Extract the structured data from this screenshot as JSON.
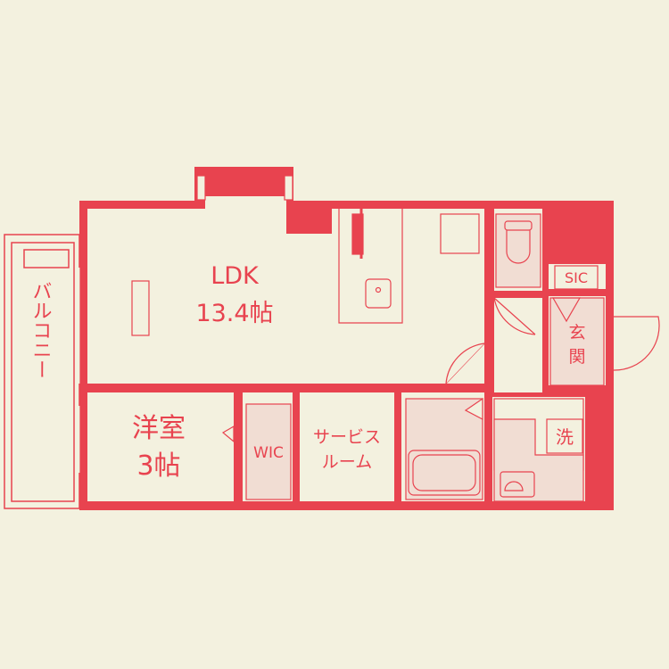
{
  "floor_plan": {
    "rooms": {
      "ldk": {
        "name": "LDK",
        "size": "13.4帖"
      },
      "western": {
        "name": "洋室",
        "size": "3帖"
      },
      "wic": {
        "name": "WIC"
      },
      "service_room": {
        "line1": "サービス",
        "line2": "ルーム"
      },
      "sic": {
        "name": "SIC"
      },
      "entrance": {
        "line1": "玄",
        "line2": "関"
      },
      "washroom": {
        "name": "洗"
      },
      "balcony": {
        "name": "バルコニー"
      }
    },
    "colors": {
      "background": "#f3f1df",
      "wall": "#e8434f",
      "room_fill": "#f1ddd3",
      "line": "#e8434f"
    }
  }
}
